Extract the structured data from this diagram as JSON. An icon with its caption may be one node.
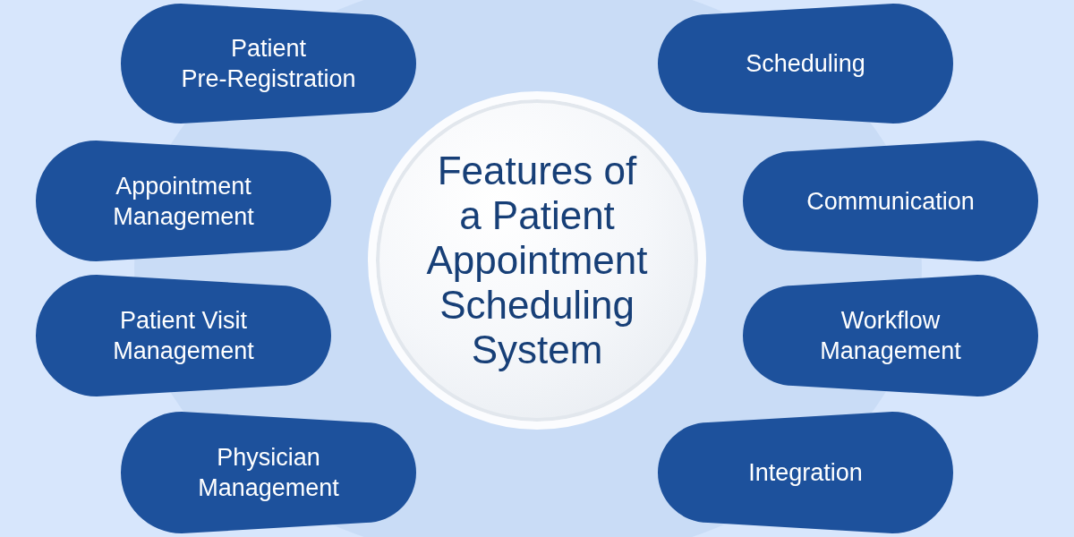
{
  "diagram": {
    "nodes": [
      {
        "text": [
          "Features of a Patient Appointment Scheduling System"
        ]
      },
      {
        "text": [
          "Patient Pre-Registration"
        ]
      },
      {
        "text": [
          "Appointment Management"
        ]
      },
      {
        "text": [
          "Patient Visit Management"
        ]
      },
      {
        "text": [
          "Physician Management"
        ]
      },
      {
        "text": [
          "Scheduling"
        ]
      },
      {
        "text": [
          "Communication"
        ]
      },
      {
        "text": [
          "Workflow Management"
        ]
      },
      {
        "text": [
          "Integration"
        ]
      }
    ]
  }
}
